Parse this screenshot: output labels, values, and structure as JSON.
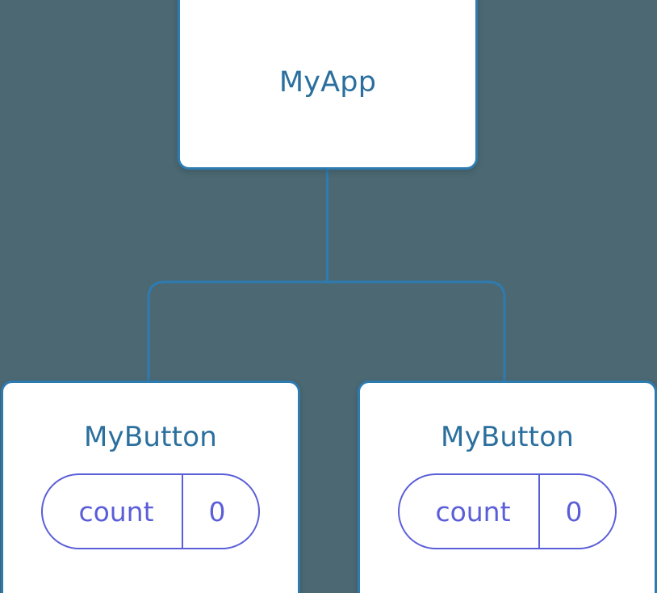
{
  "diagram": {
    "type": "component-tree",
    "background_color": "#4c6872",
    "node_border_color": "#2e7bb0",
    "node_fill_color": "#ffffff",
    "node_title_color": "#2a6f9e",
    "state_accent_color": "#5a5ed8",
    "connector_color": "#2e7bb0"
  },
  "root": {
    "title": "MyApp"
  },
  "children": [
    {
      "title": "MyButton",
      "state": {
        "key": "count",
        "value": "0"
      }
    },
    {
      "title": "MyButton",
      "state": {
        "key": "count",
        "value": "0"
      }
    }
  ]
}
